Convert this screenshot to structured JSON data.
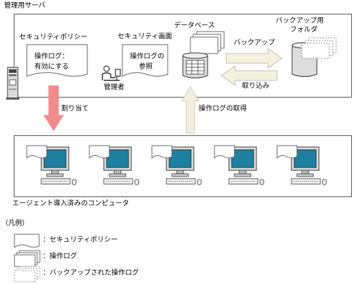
{
  "server": {
    "title": "管理用サーバ",
    "policy_label": "セキュリティポリシー",
    "policy_doc": [
      "操作ログ：",
      "有効にする"
    ],
    "screen_label": "セキュリティ画面",
    "screen_doc": [
      "操作ログの",
      "参照"
    ],
    "admin_label": "管理者",
    "db_label": "データベース",
    "backup_folder_label": [
      "バックアップ用",
      "フォルダ"
    ],
    "backup_arrow_label": "バックアップ",
    "import_arrow_label": "取り込み"
  },
  "arrows": {
    "assign_label": "割り当て",
    "collect_label": "操作ログの取得",
    "assign_color": "#F28C8C",
    "collect_color": "#F2F0DC",
    "backup_color": "#F4F2DE"
  },
  "agents": {
    "label": "エージェント導入済みのコンピュータ",
    "count": 5,
    "screen_color": "#1E7FA0"
  },
  "legend": {
    "title": "（凡例）",
    "items": [
      {
        "icon": "policy-doc-icon",
        "label": "：セキュリティポリシー"
      },
      {
        "icon": "oplog-stack-icon",
        "label": "：操作ログ"
      },
      {
        "icon": "backup-oplog-stack-icon",
        "label": "：バックアップされた操作ログ"
      }
    ]
  }
}
